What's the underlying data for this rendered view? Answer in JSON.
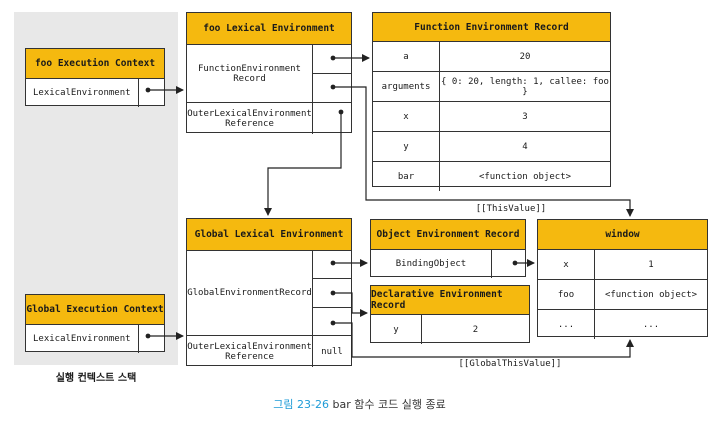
{
  "stack": {
    "title": "실행 컨텍스트 스택"
  },
  "foo_ctx": {
    "title": "foo Execution Context",
    "row": "LexicalEnvironment"
  },
  "global_ctx": {
    "title": "Global Execution Context",
    "row": "LexicalEnvironment"
  },
  "foo_lex": {
    "title": "foo Lexical Environment",
    "rec": "FunctionEnvironment\nRecord",
    "outer": "OuterLexicalEnvironment\nReference"
  },
  "global_lex": {
    "title": "Global Lexical Environment",
    "rec": "GlobalEnvironmentRecord",
    "outer": "OuterLexicalEnvironment\nReference",
    "outer_val": "null"
  },
  "fer": {
    "title": "Function Environment Record",
    "rows": [
      {
        "key": "a",
        "val": "20"
      },
      {
        "key": "arguments",
        "val": "{ 0: 20, length: 1, callee: foo }"
      },
      {
        "key": "x",
        "val": "3"
      },
      {
        "key": "y",
        "val": "4"
      },
      {
        "key": "bar",
        "val": "<function object>"
      }
    ]
  },
  "oer": {
    "title": "Object Environment Record",
    "row": "BindingObject"
  },
  "der": {
    "title": "Declarative Environment Record",
    "rows": [
      {
        "key": "y",
        "val": "2"
      }
    ]
  },
  "window": {
    "title": "window",
    "rows": [
      {
        "key": "x",
        "val": "1"
      },
      {
        "key": "foo",
        "val": "<function object>"
      },
      {
        "key": "...",
        "val": "..."
      }
    ]
  },
  "labels": {
    "this_value": "[[ThisValue]]",
    "global_this": "[[GlobalThisValue]]"
  },
  "caption": {
    "fig": "그림 23-26",
    "text": " bar 함수 코드 실행 종료"
  },
  "colors": {
    "header": "#f5b90f",
    "stack_bg": "#e8e8e8",
    "caption": "#1e9bd7"
  }
}
